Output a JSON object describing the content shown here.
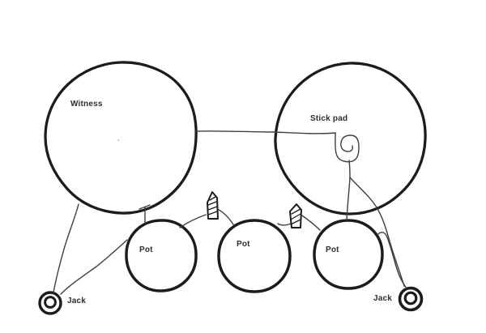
{
  "canvas": {
    "background": "#ffffff",
    "ink_color": "#1c1c1c",
    "wire_color": "#3f3f3f"
  },
  "nodes": {
    "witness": {
      "label": "Witness"
    },
    "stick_pad": {
      "label": "Stick pad"
    },
    "pot_left": {
      "label": "Pot"
    },
    "pot_middle": {
      "label": "Pot"
    },
    "pot_right": {
      "label": "Pot"
    },
    "jack_left": {
      "label": "Jack"
    },
    "jack_right": {
      "label": "Jack"
    }
  }
}
